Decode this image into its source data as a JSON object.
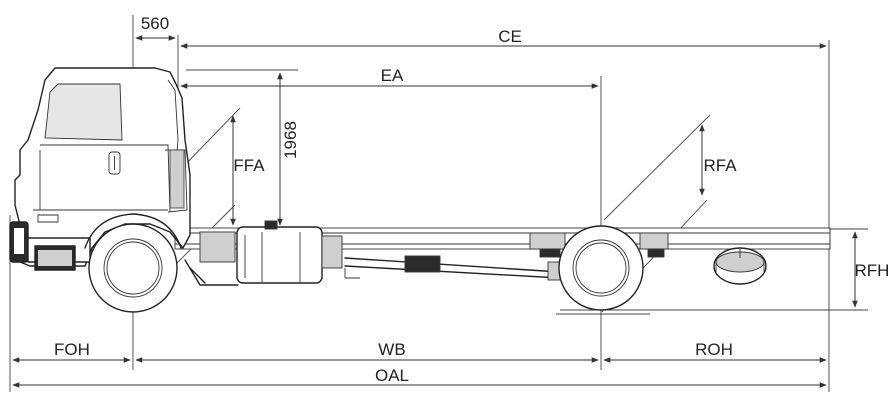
{
  "labels": {
    "cab_offset": "560",
    "ce": "CE",
    "ea": "EA",
    "cab_height": "1968",
    "ffa": "FFA",
    "rfa": "RFA",
    "rfh": "RFH",
    "foh": "FOH",
    "wb": "WB",
    "roh": "ROH",
    "oal": "OAL"
  },
  "colors": {
    "line": "#333333",
    "body": "#222222",
    "background": "#ffffff"
  }
}
